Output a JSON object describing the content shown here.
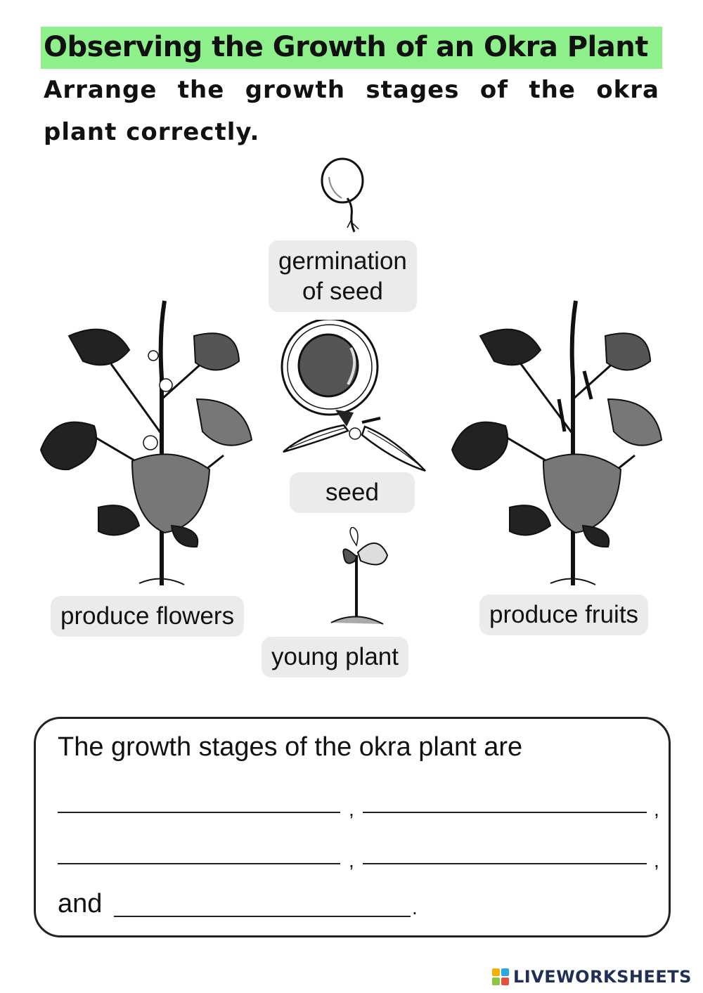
{
  "title": "Observing the Growth of an Okra Plant",
  "instruction": {
    "line1_words": [
      "Arrange",
      "the",
      "growth",
      "stages",
      "of",
      "the",
      "okra"
    ],
    "line2": "plant correctly."
  },
  "labels": {
    "germination_line1": "germination",
    "germination_line2": "of seed",
    "seed": "seed",
    "produce_flowers": "produce flowers",
    "produce_fruits": "produce fruits",
    "young_plant": "young plant"
  },
  "answer": {
    "prompt": "The growth stages of the okra plant are",
    "comma": ",",
    "and_word": "and",
    "period": "."
  },
  "footer": {
    "brand": "LIVEWORKSHEETS",
    "logo_colors": [
      "#f2b400",
      "#27a9e1",
      "#8cc63f",
      "#e94e3c"
    ]
  }
}
